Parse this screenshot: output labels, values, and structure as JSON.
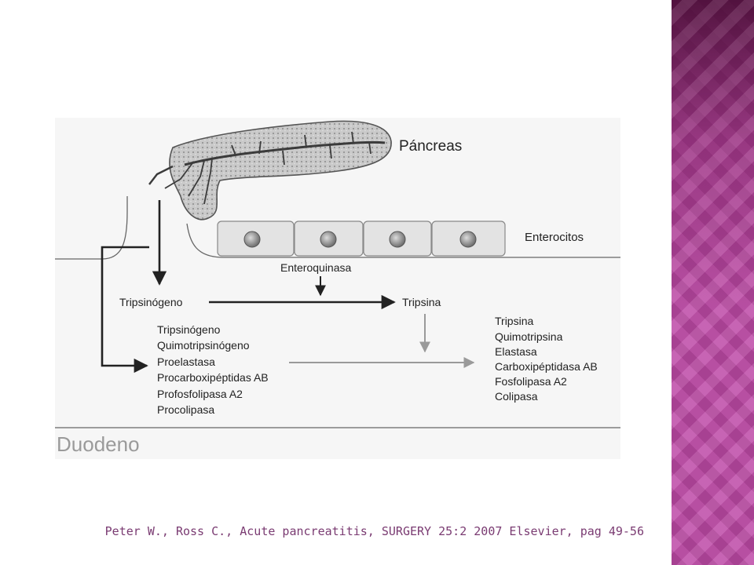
{
  "diagram": {
    "pancreas_label": "Páncreas",
    "enterocytes_label": "Enterocitos",
    "enterokinase_label": "Enteroquinasa",
    "trypsinogen_label": "Tripsinógeno",
    "trypsin_label": "Tripsina",
    "zymogens": [
      "Tripsinógeno",
      "Quimotripsinógeno",
      "Proelastasa",
      "Procarboxipéptidas AB",
      "Profosfolipasa A2",
      "Procolipasa"
    ],
    "active_enzymes": [
      "Tripsina",
      "Quimotripsina",
      "Elastasa",
      "Carboxipéptidasa AB",
      "Fosfolipasa A2",
      "Colipasa"
    ],
    "duodenum_label": "Duodeno"
  },
  "citation": "Peter W., Ross C., Acute pancreatitis, SURGERY 25:2 2007 Elsevier, pag 49-56",
  "colors": {
    "accent": "#b0449a",
    "band_dark": "#5a1448",
    "citation": "#7a3b72"
  }
}
